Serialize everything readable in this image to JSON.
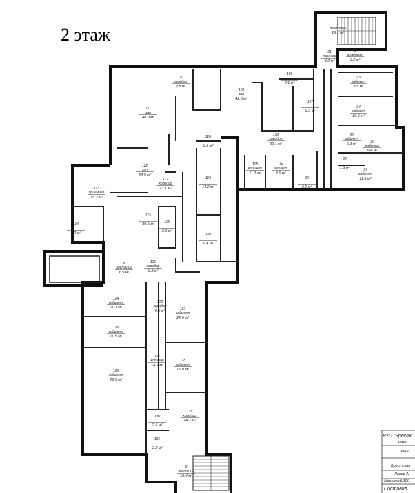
{
  "title": "2 этаж",
  "rooms": [
    {
      "no": "111",
      "name": "зал",
      "area": "48.9 м²"
    },
    {
      "no": "110",
      "name": "тамбур",
      "area": "9.8 м²"
    },
    {
      "no": "109",
      "name": "зал",
      "area": "42.3 м²"
    },
    {
      "no": "106",
      "name": "",
      "area": "2.6 м²"
    },
    {
      "no": "107",
      "name": "",
      "area": "9.3 м²"
    },
    {
      "no": "1",
      "name": "лестница",
      "area": "19.1 м²"
    },
    {
      "no": "91",
      "name": "коридор",
      "area": "3.2 м²"
    },
    {
      "no": "92",
      "name": "кладовая",
      "area": "3.2 м²"
    },
    {
      "no": "93",
      "name": "кабинет",
      "area": "8.5 м²"
    },
    {
      "no": "94",
      "name": "кабинет",
      "area": "19.5 м²"
    },
    {
      "no": "95",
      "name": "кабинет",
      "area": "5.6 м²"
    },
    {
      "no": "96",
      "name": "кабинет",
      "area": "9.4 м²"
    },
    {
      "no": "98",
      "name": "",
      "area": "1.6 м²"
    },
    {
      "no": "97",
      "name": "кабинет",
      "area": "11.8 м²"
    },
    {
      "no": "99",
      "name": "",
      "area": "3.2 м²"
    },
    {
      "no": "108",
      "name": "коридор",
      "area": "56.1 м²"
    },
    {
      "no": "105",
      "name": "кабинет",
      "area": "11.1 м²"
    },
    {
      "no": "104",
      "name": "кабинет",
      "area": "8.6 м²"
    },
    {
      "no": "112",
      "name": "зал",
      "area": "24.5 м²"
    },
    {
      "no": "113",
      "name": "приемная",
      "area": "15.2 м²"
    },
    {
      "no": "114",
      "name": "",
      "area": "8.2 м²"
    },
    {
      "no": "115",
      "name": "",
      "area": "30.5 м²"
    },
    {
      "no": "116",
      "name": "",
      "area": "3.9 м²"
    },
    {
      "no": "117",
      "name": "коридор",
      "area": "23.1 м²"
    },
    {
      "no": "118",
      "name": "",
      "area": "3.5 м²"
    },
    {
      "no": "119",
      "name": "",
      "area": "14.2 м²"
    },
    {
      "no": "120",
      "name": "",
      "area": "9.4 м²"
    },
    {
      "no": "8",
      "name": "лестница",
      "area": "6.9 м²"
    },
    {
      "no": "121",
      "name": "коридор",
      "area": "9.8 м²"
    },
    {
      "no": "122",
      "name": "коридор",
      "area": "9.6 м²"
    },
    {
      "no": "123",
      "name": "кабинет",
      "area": "22.6 м²"
    },
    {
      "no": "124",
      "name": "кабинет",
      "area": "11.3 м²"
    },
    {
      "no": "125",
      "name": "кабинет",
      "area": "11.5 м²"
    },
    {
      "no": "126",
      "name": "кабинет",
      "area": "29.9 м²"
    },
    {
      "no": "127",
      "name": "коридор",
      "area": "14.7 м²"
    },
    {
      "no": "128",
      "name": "кабинет",
      "area": "16.9 м²"
    },
    {
      "no": "129",
      "name": "коридор",
      "area": "14.2 м²"
    },
    {
      "no": "130",
      "name": "",
      "area": "2.5 м²"
    },
    {
      "no": "131",
      "name": "",
      "area": "2.2 м²"
    },
    {
      "no": "II",
      "name": "лестница",
      "area": "18.4 м²"
    }
  ],
  "stamp": [
    "РУП \"Брестс",
    "разц",
    "Здан",
    "Брестская",
    "Лавар А",
    "Масштаб",
    "1:100",
    "Составил"
  ]
}
